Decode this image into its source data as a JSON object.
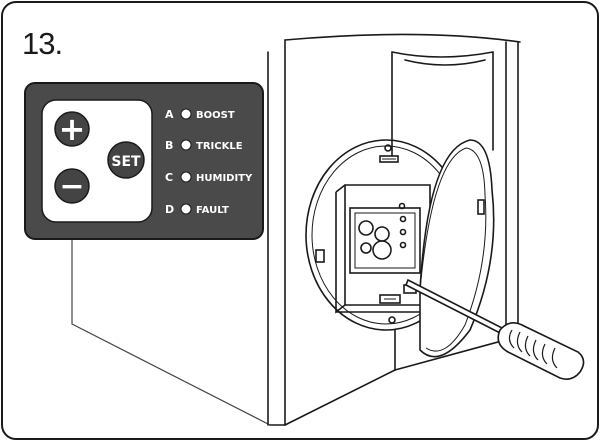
{
  "step": {
    "number": "13."
  },
  "control_panel": {
    "buttons": {
      "plus_symbol": "+",
      "minus_symbol": "−",
      "set_label": "SET"
    },
    "indicators": [
      {
        "letter": "A",
        "label": "BOOST"
      },
      {
        "letter": "B",
        "label": "TRICKLE"
      },
      {
        "letter": "C",
        "label": "HUMIDITY"
      },
      {
        "letter": "D",
        "label": "FAULT"
      }
    ]
  },
  "colors": {
    "panel_bg": "#4a4a4a",
    "button_area": "#ffffff",
    "button_fill": "#444444",
    "line": "#1a1a1a"
  }
}
